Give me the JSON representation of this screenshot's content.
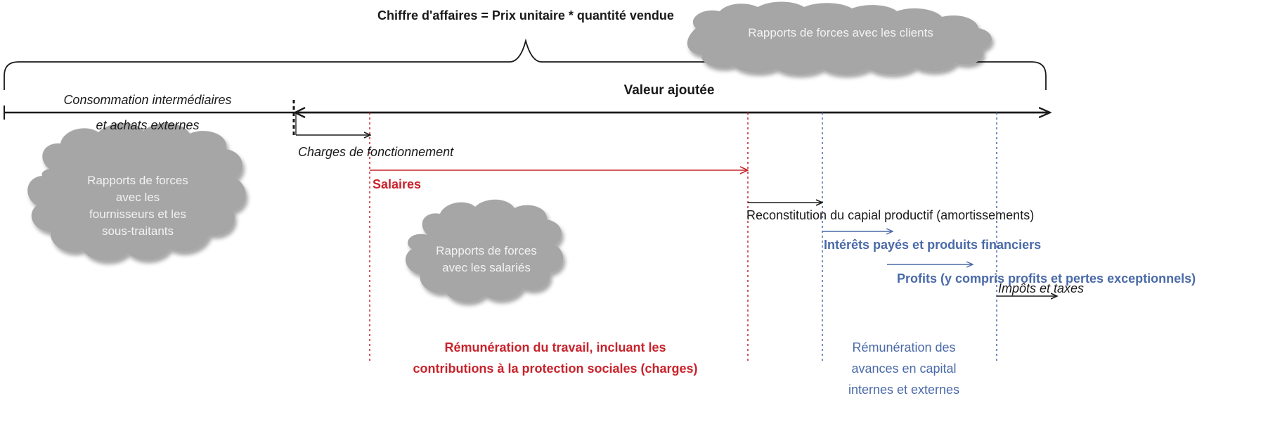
{
  "colors": {
    "black": "#1a1a1a",
    "red": "#c8232c",
    "blue": "#4a6aa8",
    "cloud_fill": "#a6a6a6",
    "cloud_text": "#f2f2f2"
  },
  "texts": {
    "ca_formula": "Chiffre d'affaires = Prix unitaire * quantité vendue",
    "valeur_ajoutee": "Valeur ajoutée",
    "conso_line1": "Consommation intermédiaires",
    "conso_line2": "et achats externes",
    "charges_fonct": "Charges de fonctionnement",
    "salaires": "Salaires",
    "reconstitution": "Reconstitution du capial productif (amortissements)",
    "interets": "Intérêts payés et produits financiers",
    "profits": "Profits (y compris profits et pertes exceptionnels)",
    "impots": "Impôts et taxes",
    "remun_travail_1": "Rémunération du travail, incluant les",
    "remun_travail_2": "contributions à la protection sociales (charges)",
    "remun_capital_1": "Rémunération des",
    "remun_capital_2": "avances en capital",
    "remun_capital_3": "internes et externes"
  },
  "clouds": {
    "clients": {
      "line1": "Rapports de forces avec les clients"
    },
    "fournisseurs": {
      "line1": "Rapports de forces",
      "line2": "avec les",
      "line3": "fournisseurs et les",
      "line4": "sous-traitants"
    },
    "salaries": {
      "line1": "Rapports de forces",
      "line2": "avec les salariés"
    }
  }
}
